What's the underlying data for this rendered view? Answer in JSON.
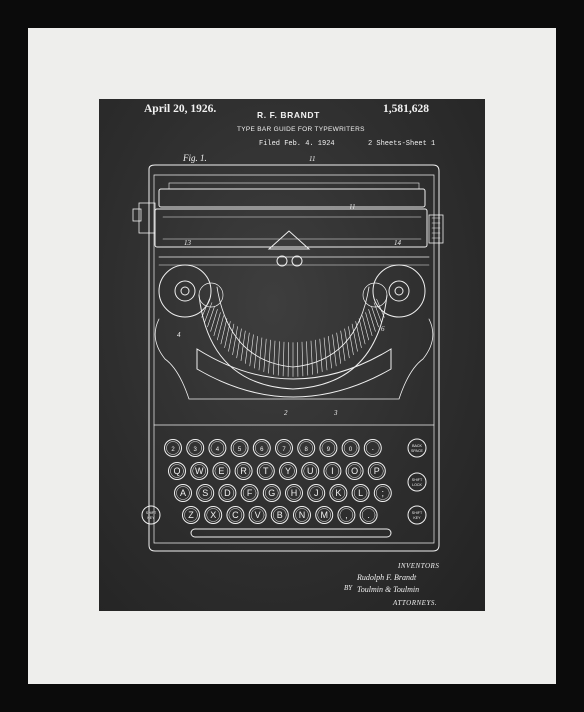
{
  "patent": {
    "date": "April 20, 1926.",
    "inventor": "R. F. BRANDT",
    "number": "1,581,628",
    "title": "TYPE BAR GUIDE FOR TYPEWRITERS",
    "filed": "Filed Feb. 4. 1924",
    "sheets": "2 Sheets-Sheet 1",
    "figure_label": "Fig. 1.",
    "inventors_label": "INVENTORS",
    "by_label": "BY",
    "attorneys_label": "ATTORNEYS.",
    "signature_inventor": "Rudolph F. Brandt",
    "signature_attorney": "Toulmin & Toulmin"
  },
  "keyboard": {
    "row1": [
      "2",
      "3",
      "4",
      "5",
      "6",
      "7",
      "8",
      "9",
      "0",
      "-"
    ],
    "row2": [
      "Q",
      "W",
      "E",
      "R",
      "T",
      "Y",
      "U",
      "I",
      "O",
      "P"
    ],
    "row3": [
      "A",
      "S",
      "D",
      "F",
      "G",
      "H",
      "J",
      "K",
      "L",
      ";"
    ],
    "row4": [
      "Z",
      "X",
      "C",
      "V",
      "B",
      "N",
      "M",
      ",",
      "."
    ],
    "special_keys": [
      "BACK SPACE",
      "SHIFT LOCK",
      "SHIFT KEY",
      "SHIFT KEY"
    ]
  },
  "colors": {
    "board": "#2e2e2e",
    "chalk": "#f2f2f2",
    "mat": "#eeeeec",
    "frame": "#0b0b0b"
  }
}
